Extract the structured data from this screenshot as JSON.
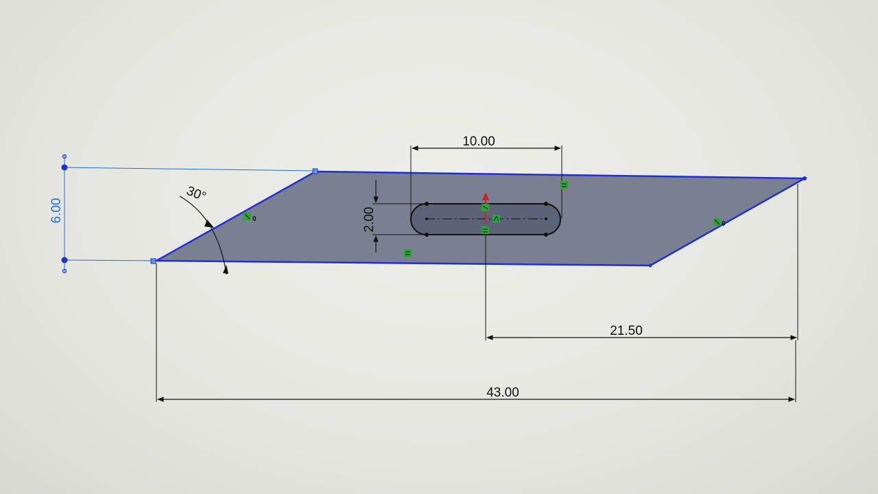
{
  "sketch": {
    "dimensions": {
      "slot_length": "10.00",
      "slot_width": "2.00",
      "height": "6.00",
      "angle": "30°",
      "slot_offset": "21.50",
      "overall_length": "43.00"
    },
    "relation_labels": {
      "left_edge_parallel_index": "0",
      "right_edge_parallel_index": "0"
    },
    "colors": {
      "fill": "#7b7f92",
      "sketch_line": "#1f2fd0",
      "dimension_line": "#111111",
      "driven_dimension": "#1e6fd0",
      "relation_icon": "#2fa23a"
    },
    "icons": {
      "relation": "parallel-relation-icon",
      "horizontal": "horizontal-relation-icon",
      "origin": "origin-icon"
    }
  }
}
